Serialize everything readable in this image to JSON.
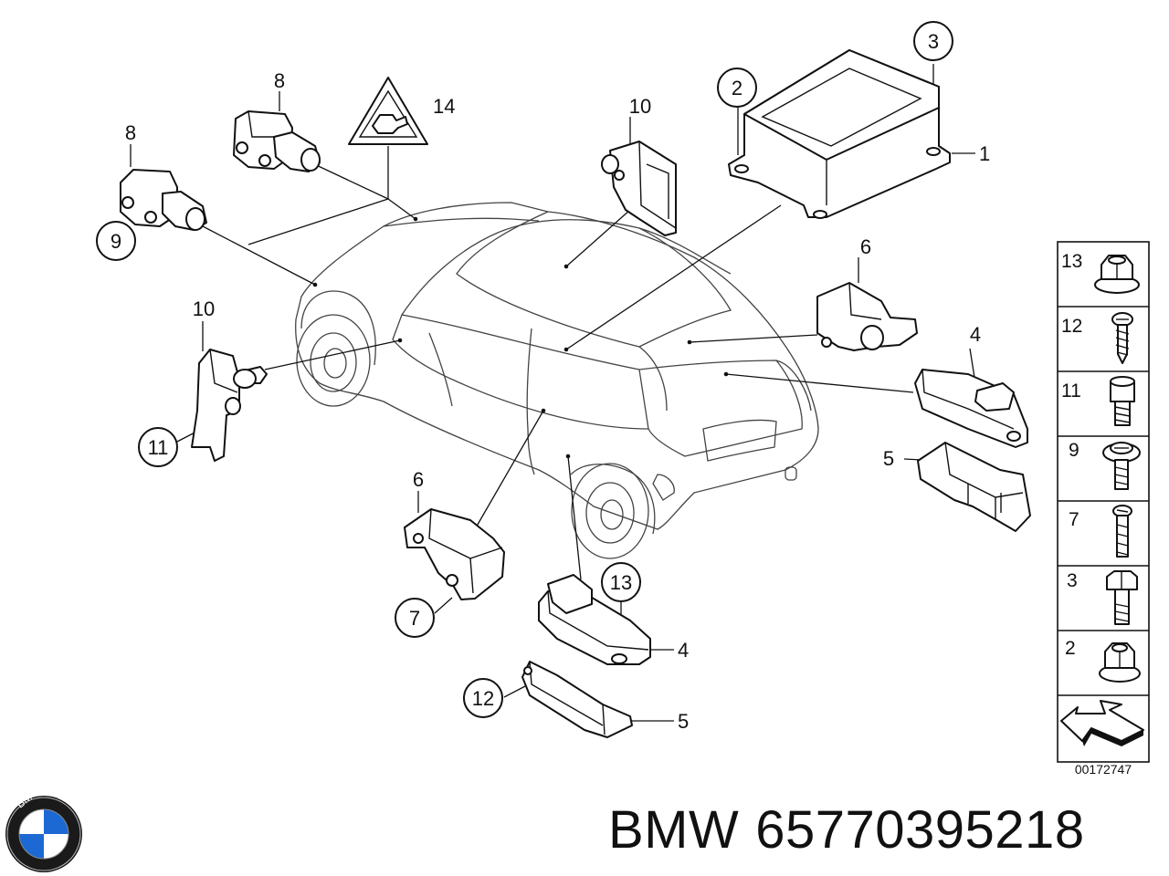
{
  "callouts": {
    "c1": "1",
    "c2": "2",
    "c3": "3",
    "c4a": "4",
    "c4b": "4",
    "c5a": "5",
    "c5b": "5",
    "c6a": "6",
    "c6b": "6",
    "c7": "7",
    "c8a": "8",
    "c8b": "8",
    "c9": "9",
    "c10a": "10",
    "c10b": "10",
    "c11": "11",
    "c12": "12",
    "c13": "13",
    "c14": "14"
  },
  "legend": {
    "items": [
      "13",
      "12",
      "11",
      "9",
      "7",
      "3",
      "2"
    ],
    "code": "00172747"
  },
  "brand": {
    "name": "BMW",
    "part_number": "65770395218",
    "logo_letters": "BMW"
  },
  "colors": {
    "line": "#111111",
    "background": "#ffffff",
    "logo_blue": "#1c69d4"
  }
}
